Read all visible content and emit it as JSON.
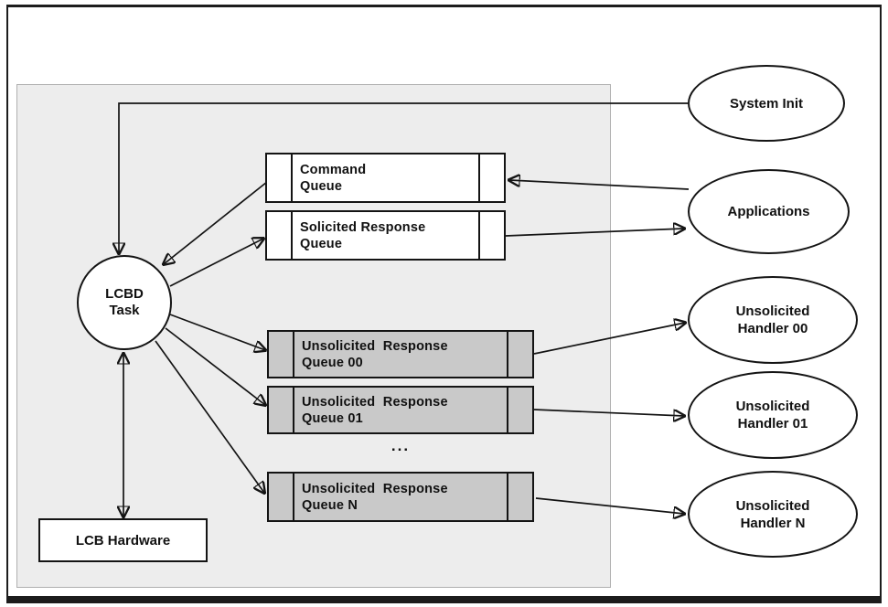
{
  "colors": {
    "canvas": "#ffffff",
    "region_fill": "#ededed",
    "region_border": "#b0b0b0",
    "queue_fill_white": "#ffffff",
    "queue_fill_gray": "#c9c9c9",
    "stroke": "#141414"
  },
  "nodes": {
    "lcbd_task": "LCBD\nTask",
    "lcb_hardware": "LCB Hardware",
    "command_queue": "Command\nQueue",
    "solicited_queue": "Solicited Response\nQueue",
    "unsolicited_queue_00": "Unsolicited  Response\nQueue 00",
    "unsolicited_queue_01": "Unsolicited  Response\nQueue 01",
    "unsolicited_queue_n": "Unsolicited  Response\nQueue N",
    "queue_ellipsis": "...",
    "system_init": "System Init",
    "applications": "Applications",
    "unsolicited_handler_00": "Unsolicited\nHandler 00",
    "unsolicited_handler_01": "Unsolicited\nHandler 01",
    "unsolicited_handler_n": "Unsolicited\nHandler N"
  },
  "edges": [
    {
      "from": "system_init",
      "to": "lcbd_task",
      "arrow": "to"
    },
    {
      "from": "applications",
      "to": "command_queue",
      "arrow": "to"
    },
    {
      "from": "command_queue",
      "to": "lcbd_task",
      "arrow": "to"
    },
    {
      "from": "lcbd_task",
      "to": "solicited_queue",
      "arrow": "to"
    },
    {
      "from": "solicited_queue",
      "to": "applications",
      "arrow": "to"
    },
    {
      "from": "lcbd_task",
      "to": "unsolicited_queue_00",
      "arrow": "to"
    },
    {
      "from": "lcbd_task",
      "to": "unsolicited_queue_01",
      "arrow": "to"
    },
    {
      "from": "lcbd_task",
      "to": "unsolicited_queue_n",
      "arrow": "to"
    },
    {
      "from": "unsolicited_queue_00",
      "to": "unsolicited_handler_00",
      "arrow": "to"
    },
    {
      "from": "unsolicited_queue_01",
      "to": "unsolicited_handler_01",
      "arrow": "to"
    },
    {
      "from": "unsolicited_queue_n",
      "to": "unsolicited_handler_n",
      "arrow": "to"
    },
    {
      "from": "lcbd_task",
      "to": "lcb_hardware",
      "arrow": "both"
    }
  ]
}
